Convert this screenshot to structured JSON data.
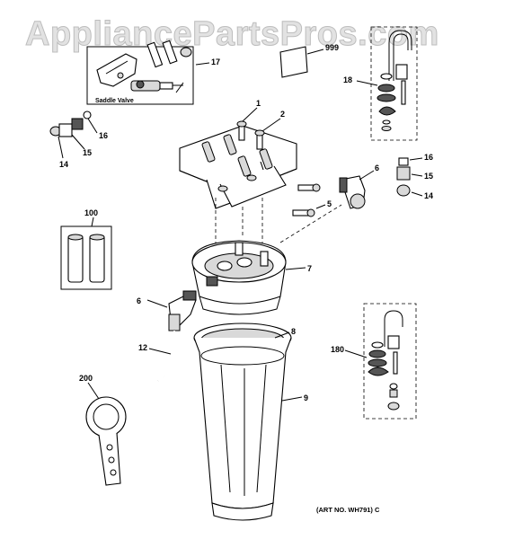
{
  "watermark": "AppliancePartsPros.com",
  "callouts": {
    "c1": "1",
    "c2": "2",
    "c5": "5",
    "c6a": "6",
    "c6b": "6",
    "c7": "7",
    "c8": "8",
    "c9": "9",
    "c12": "12",
    "c14a": "14",
    "c14b": "14",
    "c15a": "15",
    "c15b": "15",
    "c16a": "16",
    "c16b": "16",
    "c17": "17",
    "c18": "18",
    "c100": "100",
    "c180": "180",
    "c200": "200",
    "c999": "999"
  },
  "saddle_valve_label": "Saddle Valve",
  "art_number": "(ART NO. WH791) C"
}
